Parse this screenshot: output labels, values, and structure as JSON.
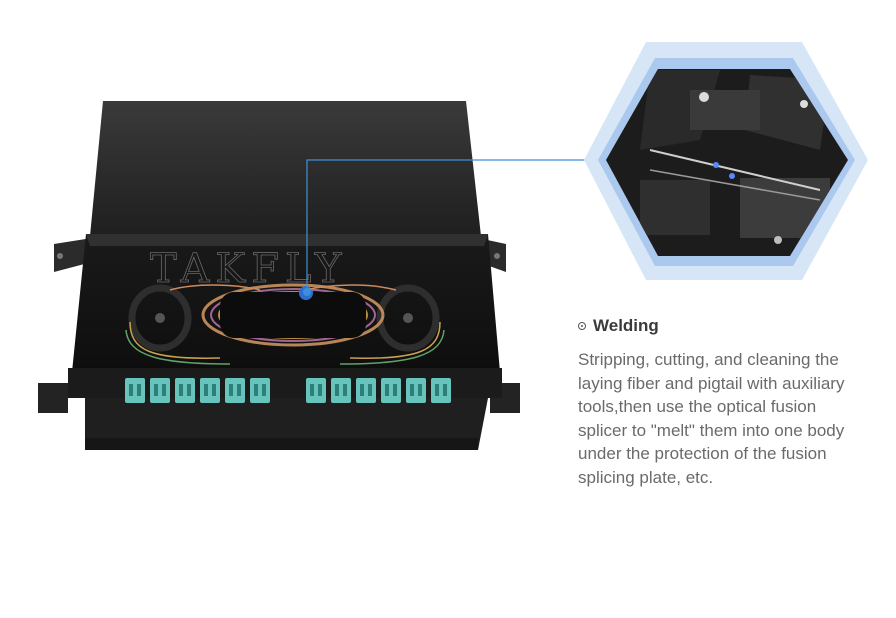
{
  "watermark": "TAKFLY",
  "feature": {
    "heading": "Welding",
    "bullet_icon": "circle-dot-icon",
    "description_lines": [
      "Stripping, cutting, and cleaning the",
      "laying fiber and pigtail with auxiliary",
      "tools,then use the optical fusion",
      "splicer to \"melt\" them into one body",
      "under the protection of the fusion",
      "splicing plate, etc."
    ]
  },
  "colors": {
    "hexagon_outer": "#d3e3f6",
    "hexagon_inner": "#a9c8ed",
    "callout_line": "#3f8fd8",
    "adapter_aqua": "#67c4bd",
    "enclosure": "#262626"
  }
}
